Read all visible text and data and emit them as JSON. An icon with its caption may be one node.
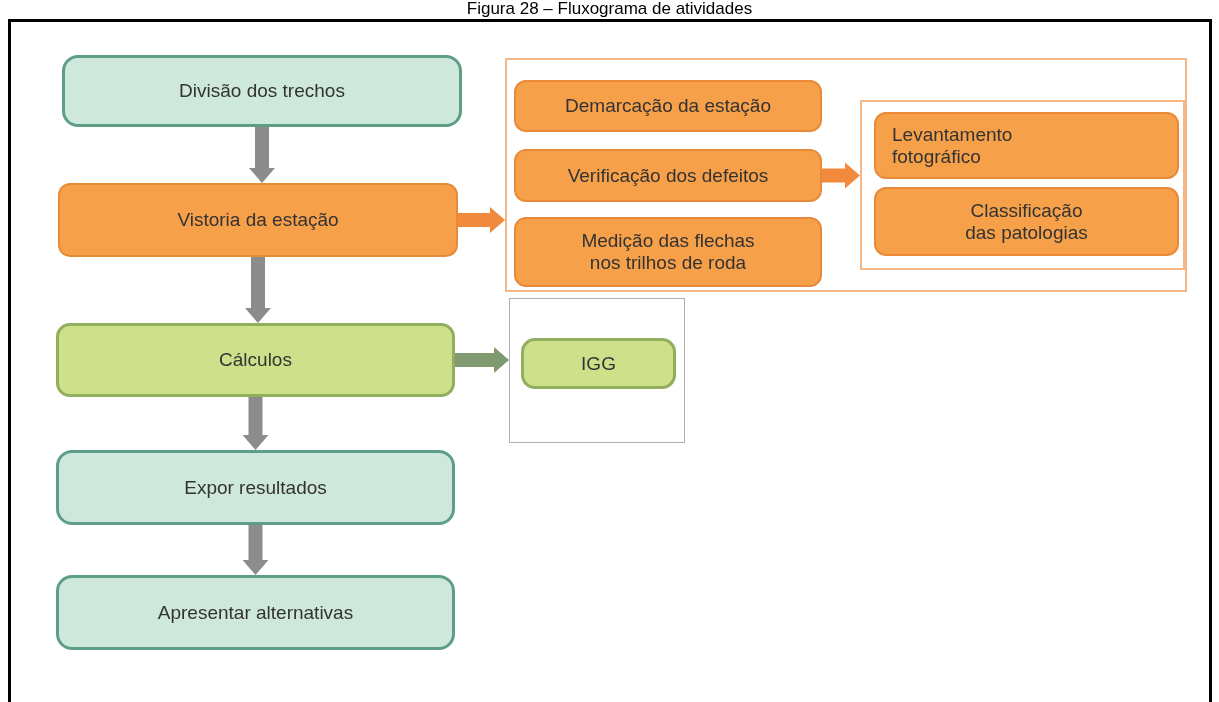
{
  "diagram": {
    "title": "Figura 28 – Fluxograma de atividades",
    "nodes": [
      {
        "text": [
          "Divisão dos trechos"
        ]
      },
      {
        "text": [
          "Vistoria da estação"
        ]
      },
      {
        "text": [
          "Cálculos"
        ]
      },
      {
        "text": [
          "Expor resultados"
        ]
      },
      {
        "text": [
          "Apresentar alternativas"
        ]
      },
      {
        "text": [],
        "shape": "box"
      },
      {
        "text": [
          "Demarcação da estação"
        ],
        "in": 5
      },
      {
        "text": [
          "Verificação dos defeitos"
        ],
        "in": 5
      },
      {
        "text": [
          "Medição das flechas nos trilhos de roda"
        ],
        "in": 5
      },
      {
        "text": [],
        "shape": "box",
        "in": 5
      },
      {
        "text": [
          "Levantamento fotográfico"
        ],
        "in": 9
      },
      {
        "text": [
          "Classificação das patologias"
        ],
        "in": 9
      },
      {
        "text": [],
        "shape": "box"
      },
      {
        "text": [
          "IGG"
        ],
        "in": 12
      }
    ],
    "edges": [
      {
        "from": 0,
        "to": 1,
        "arrow": "to"
      },
      {
        "from": 1,
        "to": 2,
        "arrow": "to"
      },
      {
        "from": 2,
        "to": 3,
        "arrow": "to"
      },
      {
        "from": 3,
        "to": 4,
        "arrow": "to"
      },
      {
        "from": 1,
        "to": 5,
        "arrow": "to",
        "color": "#f28a3e"
      },
      {
        "from": 7,
        "to": 9,
        "arrow": "to",
        "color": "#f28a3e"
      },
      {
        "from": 2,
        "to": 12,
        "arrow": "to",
        "color": "#7f9a6e"
      }
    ]
  }
}
